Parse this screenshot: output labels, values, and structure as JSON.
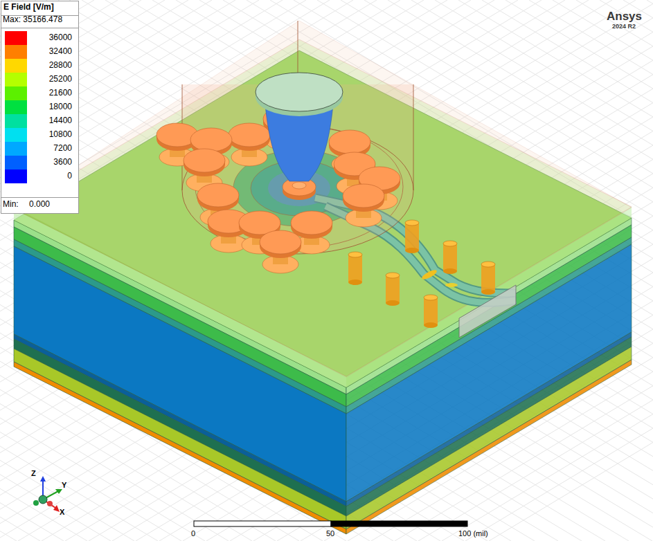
{
  "diagram": {
    "labels": [
      "E Field [V/m]",
      "Max: 35166.478",
      "Min:",
      "0.000",
      "Ansys",
      "2024 R2",
      "0",
      "50",
      "100 (mil)",
      "Z",
      "Y",
      "X"
    ],
    "legend": [
      {
        "text": "36000",
        "color": "#ff0000"
      },
      {
        "text": "32400",
        "color": "#ff7f00"
      },
      {
        "text": "28800",
        "color": "#ffd800"
      },
      {
        "text": "25200",
        "color": "#b4ff00"
      },
      {
        "text": "21600",
        "color": "#5cf000"
      },
      {
        "text": "18000",
        "color": "#00e040"
      },
      {
        "text": "14400",
        "color": "#00e0a0"
      },
      {
        "text": "10800",
        "color": "#00e0f0"
      },
      {
        "text": "7200",
        "color": "#00a8ff"
      },
      {
        "text": "3600",
        "color": "#0060ff"
      },
      {
        "text": "0",
        "color": "#0000ff"
      }
    ]
  }
}
